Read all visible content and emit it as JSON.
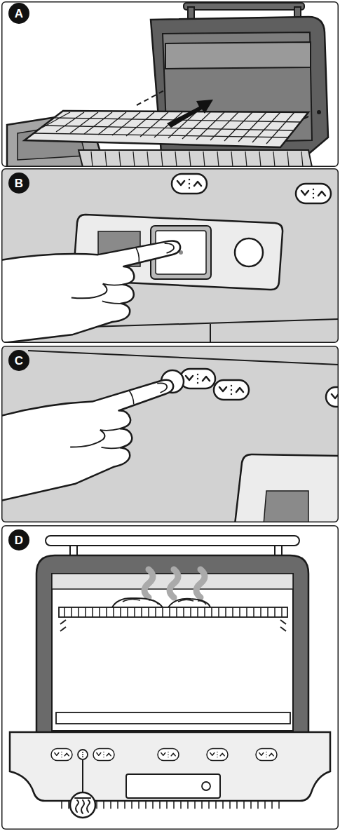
{
  "diagram": {
    "nodes": [
      {
        "text": [
          "A"
        ]
      },
      {
        "text": [
          "B"
        ]
      },
      {
        "text": [
          "C"
        ]
      },
      {
        "text": [
          "D"
        ]
      }
    ],
    "edges": []
  }
}
